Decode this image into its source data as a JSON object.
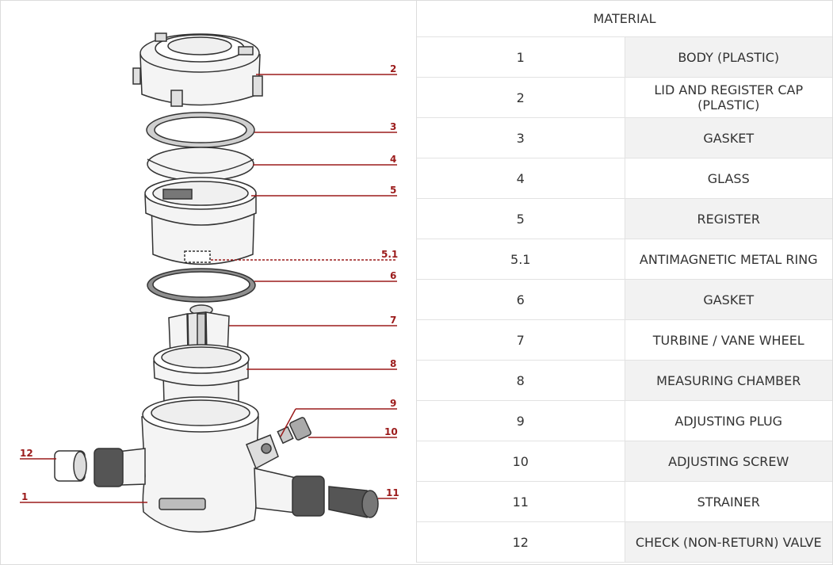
{
  "table": {
    "header": "MATERIAL",
    "rows": [
      {
        "num": "1",
        "name": "BODY (PLASTIC)"
      },
      {
        "num": "2",
        "name": "LID AND REGISTER CAP (PLASTIC)"
      },
      {
        "num": "3",
        "name": "GASKET"
      },
      {
        "num": "4",
        "name": "GLASS"
      },
      {
        "num": "5",
        "name": "REGISTER"
      },
      {
        "num": "5.1",
        "name": "ANTIMAGNETIC METAL RING"
      },
      {
        "num": "6",
        "name": "GASKET"
      },
      {
        "num": "7",
        "name": "TURBINE / VANE WHEEL"
      },
      {
        "num": "8",
        "name": "MEASURING CHAMBER"
      },
      {
        "num": "9",
        "name": "ADJUSTING PLUG"
      },
      {
        "num": "10",
        "name": "ADJUSTING SCREW"
      },
      {
        "num": "11",
        "name": "STRAINER"
      },
      {
        "num": "12",
        "name": "CHECK (NON-RETURN) VALVE"
      }
    ]
  },
  "diagram": {
    "callouts": [
      "2",
      "3",
      "4",
      "5",
      "5.1",
      "6",
      "7",
      "8",
      "9",
      "10",
      "12",
      "1",
      "11"
    ],
    "line_color": "#9b1b1b"
  }
}
